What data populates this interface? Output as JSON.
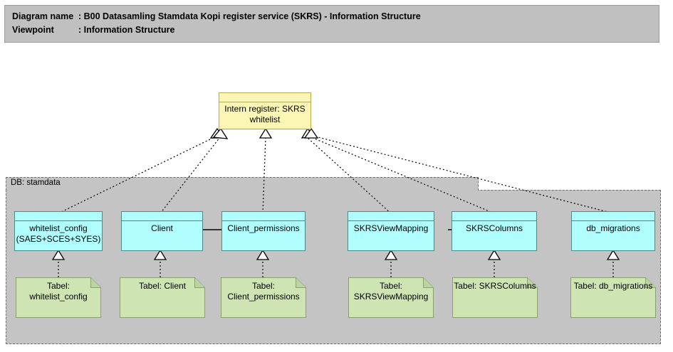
{
  "header": {
    "diagram_name_label": "Diagram name",
    "diagram_name_value": ": B00 Datasamling Stamdata Kopi register service (SKRS) - Information Structure",
    "viewpoint_label": "Viewpoint",
    "viewpoint_value": ": Information Structure"
  },
  "group": {
    "label": "DB: stamdata"
  },
  "object": {
    "label": "Intern register: SKRS\nwhitelist"
  },
  "classes": [
    {
      "label": "whitelist_config\n(SAES+SCES+SYES)"
    },
    {
      "label": "Client"
    },
    {
      "label": "Client_permissions"
    },
    {
      "label": "SKRSViewMapping"
    },
    {
      "label": "SKRSColumns"
    },
    {
      "label": "db_migrations"
    }
  ],
  "notes": [
    {
      "label": "Tabel:\nwhitelist_config"
    },
    {
      "label": "Tabel: Client"
    },
    {
      "label": "Tabel:\nClient_permissions"
    },
    {
      "label": "Tabel:\nSKRSViewMapping"
    },
    {
      "label": "Tabel: SKRSColumns"
    },
    {
      "label": "Tabel: db_migrations"
    }
  ],
  "colors": {
    "banner_bg": "#c0c0c0",
    "group_bg": "#c4c4c4",
    "class_fill": "#b0fdfd",
    "class_stroke": "#4f8a8a",
    "object_fill": "#fbf6b4",
    "object_stroke": "#b9a94a",
    "note_fill": "#cee5b3",
    "note_stroke": "#8aa06e",
    "line": "#000000"
  }
}
